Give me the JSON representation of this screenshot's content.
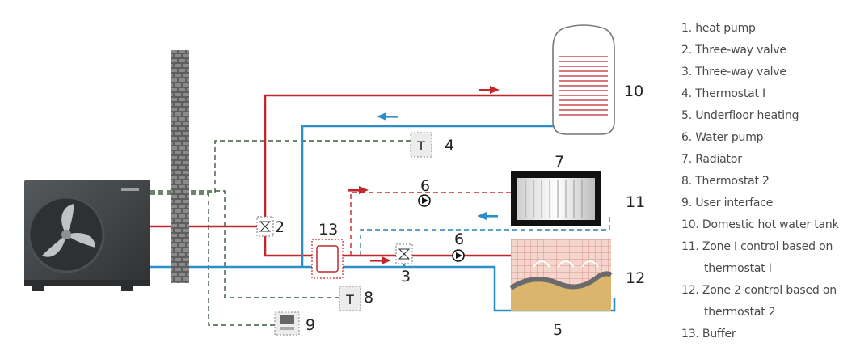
{
  "colors": {
    "hot": "#c0282c",
    "cold": "#2e8fc8",
    "control": "#3b5b3b",
    "zone": "#2a7fb6",
    "wall": "#6b6b6b",
    "unit": "#3f4244"
  },
  "diagram": {
    "labels": {
      "valve1": "2",
      "valve2": "3",
      "thermostat1_num": "4",
      "pump1": "6",
      "pump2": "6",
      "radiator": "7",
      "thermostat2_num": "8",
      "ui": "9",
      "tank": "10",
      "zone1": "11",
      "floor": "12",
      "buffer": "13",
      "underfloor": "5",
      "thermostat_letter": "T"
    }
  },
  "legend": {
    "items": [
      {
        "line1": "1.   heat pump",
        "line2": ""
      },
      {
        "line1": "2.   Three-way valve",
        "line2": ""
      },
      {
        "line1": "3.   Three-way valve",
        "line2": ""
      },
      {
        "line1": "4.   Thermostat I",
        "line2": ""
      },
      {
        "line1": "5.   Underfloor heating",
        "line2": ""
      },
      {
        "line1": "6.   Water pump",
        "line2": ""
      },
      {
        "line1": "7.   Radiator",
        "line2": ""
      },
      {
        "line1": "8.   Thermostat 2",
        "line2": ""
      },
      {
        "line1": "9.   User interface",
        "line2": ""
      },
      {
        "line1": "10. Domestic hot water tank",
        "line2": ""
      },
      {
        "line1": "11. Zone I control based on",
        "line2": "thermostat I"
      },
      {
        "line1": "12. Zone 2 control based on",
        "line2": "thermostat 2"
      },
      {
        "line1": "13. Buffer",
        "line2": ""
      }
    ]
  }
}
